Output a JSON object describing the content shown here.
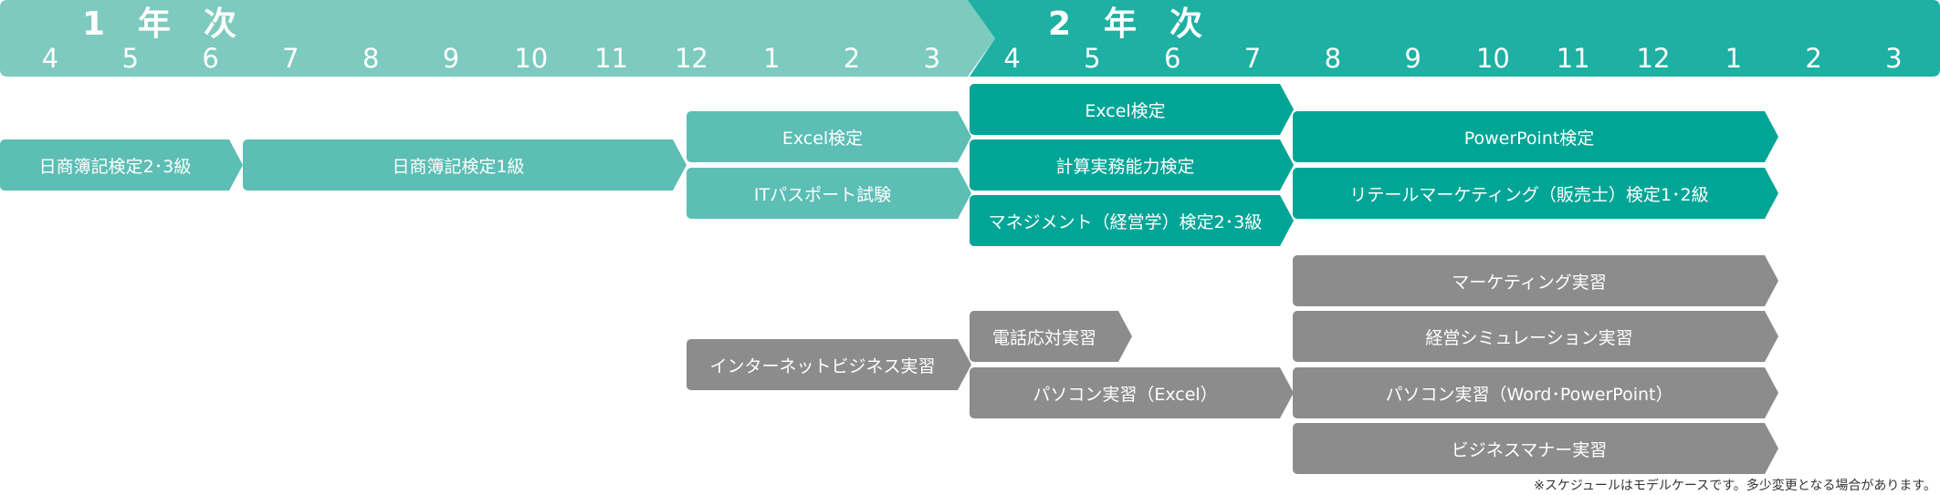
{
  "header": {
    "year1": "1　年　次",
    "year2": "2　年　次",
    "months_year1": [
      "4",
      "5",
      "6",
      "7",
      "8",
      "9",
      "10",
      "11",
      "12",
      "1",
      "2",
      "3"
    ],
    "months_year2": [
      "4",
      "5",
      "6",
      "7",
      "8",
      "9",
      "10",
      "11",
      "12",
      "1",
      "2",
      "3"
    ]
  },
  "bars": {
    "boki23": "日商簿記検定2･3級",
    "boki1": "日商簿記検定1級",
    "excel_y1": "Excel検定",
    "it_passport": "ITパスポート試験",
    "excel_y2": "Excel検定",
    "keisan": "計算実務能力検定",
    "management": "マネジメント（経営学）検定2･3級",
    "powerpoint": "PowerPoint検定",
    "retail": "リテールマーケティング（販売士）検定1･2級",
    "marketing_practice": "マーケティング実習",
    "keiei_sim": "経営シミュレーション実習",
    "internet_biz": "インターネットビジネス実習",
    "phone": "電話応対実習",
    "pc_excel": "パソコン実習（Excel）",
    "pc_word": "パソコン実習（Word･PowerPoint）",
    "manner": "ビジネスマナー実習"
  },
  "colors": {
    "year1_header": "#7dcabe",
    "year2_header": "#1eb0a3",
    "light_teal": "#5cbeb4",
    "teal": "#00a596",
    "gray": "#8c8c8c"
  },
  "footnote": "※スケジュールはモデルケースです。多少変更となる場合があります。"
}
